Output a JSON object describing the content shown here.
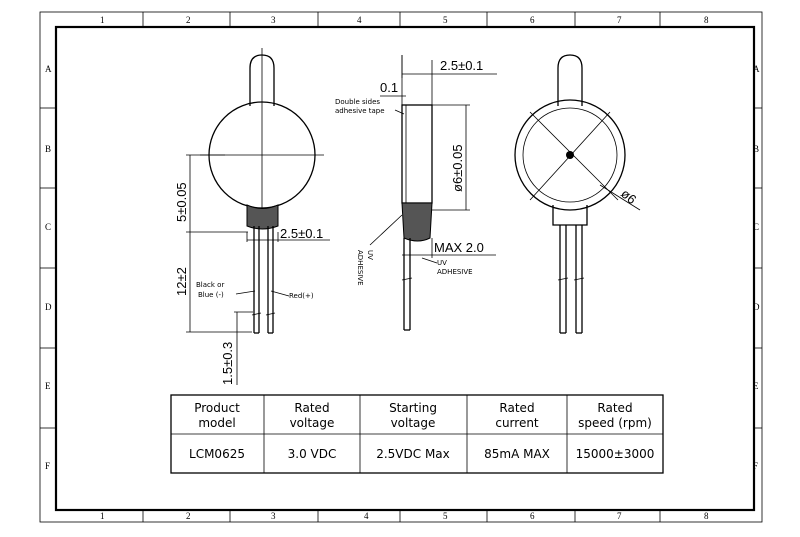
{
  "frame": {
    "columns": [
      "1",
      "2",
      "3",
      "4",
      "5",
      "6",
      "7",
      "8"
    ],
    "rows": [
      "A",
      "B",
      "C",
      "D",
      "E",
      "F"
    ]
  },
  "dimensions": {
    "height": "5±0.05",
    "cable_width": "2.5±0.1",
    "lead_length": "12±2",
    "strip_length": "1.5±0.3",
    "thickness": "2.5±0.1",
    "tape": "0.1",
    "diameter_side": "ø6±0.05",
    "max": "MAX 2.0",
    "diameter_back": "ø6"
  },
  "labels": {
    "black_or_blue": "Black or",
    "blue": "Blue (-)",
    "red": "Red(+)",
    "tape_line1": "Double sides",
    "tape_line2": "adhesive tape",
    "uv1": "UV",
    "uv2": "ADHESIVE",
    "uv_side1": "UV",
    "uv_side2": "ADHESIVE"
  },
  "spec_table": {
    "headers": [
      [
        "Product",
        "model"
      ],
      [
        "Rated",
        "voltage"
      ],
      [
        "Starting",
        "voltage"
      ],
      [
        "Rated",
        "current"
      ],
      [
        "Rated",
        "speed (rpm)"
      ]
    ],
    "values": [
      "LCM0625",
      "3.0 VDC",
      "2.5VDC Max",
      "85mA MAX",
      "15000±3000"
    ]
  }
}
